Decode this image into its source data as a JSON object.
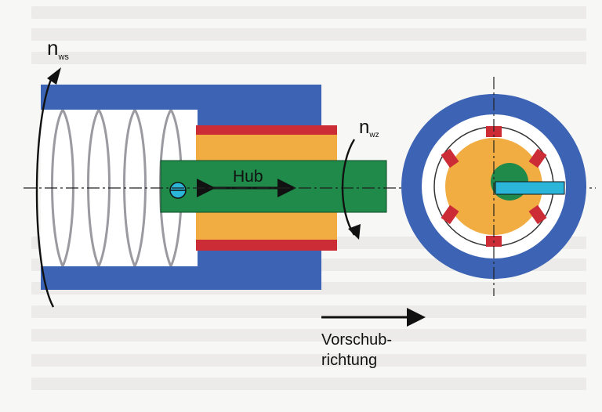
{
  "labels": {
    "n_ws_symbol": "n",
    "n_ws_sub": "ws",
    "n_wz_symbol": "n",
    "n_wz_sub": "wz",
    "hub": "Hub",
    "feed_line1": "Vorschub-",
    "feed_line2": "richtung"
  },
  "colors": {
    "blue": "#3d64b4",
    "green": "#1f8a4a",
    "orange": "#f1ad42",
    "red": "#cc2c35",
    "cyan": "#2bb5d9",
    "thread": "#ffffff",
    "page": "#f7f7f6"
  }
}
